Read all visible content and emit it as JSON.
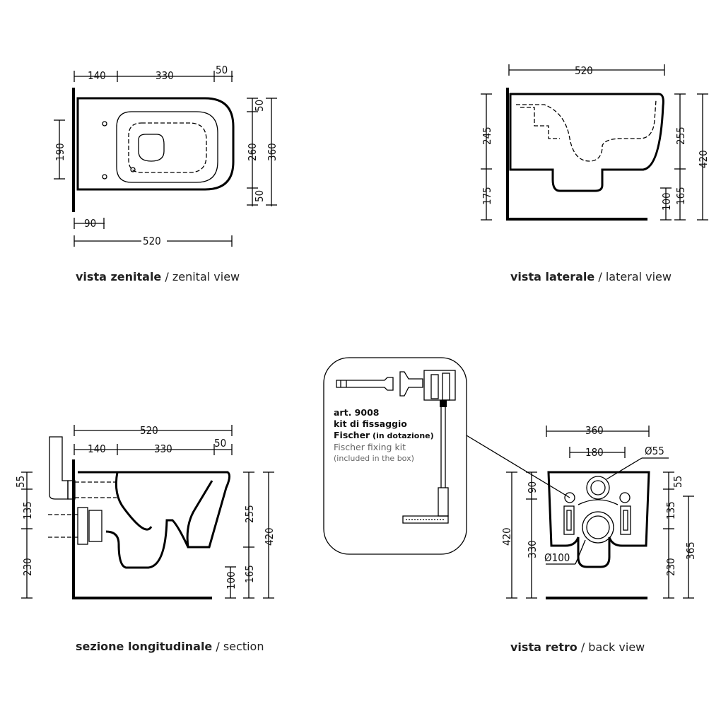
{
  "captions": {
    "zenital": {
      "bold": "vista zenitale",
      "sep": " / ",
      "rest": "zenital view"
    },
    "lateral": {
      "bold": "vista laterale",
      "sep": " / ",
      "rest": "lateral view"
    },
    "section": {
      "bold": "sezione longitudinale",
      "sep": " / ",
      "rest": "section"
    },
    "back": {
      "bold": "vista retro",
      "sep": " / ",
      "rest": "back view"
    }
  },
  "kit": {
    "line1": "art. 9008",
    "line2": "kit di fissaggio",
    "line3_bold": "Fischer",
    "line3_small": " (in dotazione)",
    "line4": "Fischer fixing kit",
    "line5": "(included in the box)"
  },
  "zenital": {
    "top": [
      "140",
      "330",
      "50"
    ],
    "left": "190",
    "right": [
      "50",
      "260",
      "50"
    ],
    "right_total": "360",
    "bottom_small": "90",
    "bottom_total": "520"
  },
  "lateral": {
    "top": "520",
    "left": [
      "245",
      "175"
    ],
    "right": [
      "255",
      "165"
    ],
    "right_total": "420",
    "inner": "100"
  },
  "section": {
    "top_total": "520",
    "top": [
      "140",
      "330",
      "50"
    ],
    "left": [
      "55",
      "135",
      "230"
    ],
    "right": [
      "255",
      "165"
    ],
    "right_total": "420",
    "inner": "100"
  },
  "back": {
    "top_total": "360",
    "top_inner": "180",
    "hole_small": "Ø55",
    "hole_large": "Ø100",
    "left_total": "420",
    "left": [
      "90",
      "330"
    ],
    "right": [
      "55",
      "135",
      "230"
    ],
    "right_total": "365"
  }
}
